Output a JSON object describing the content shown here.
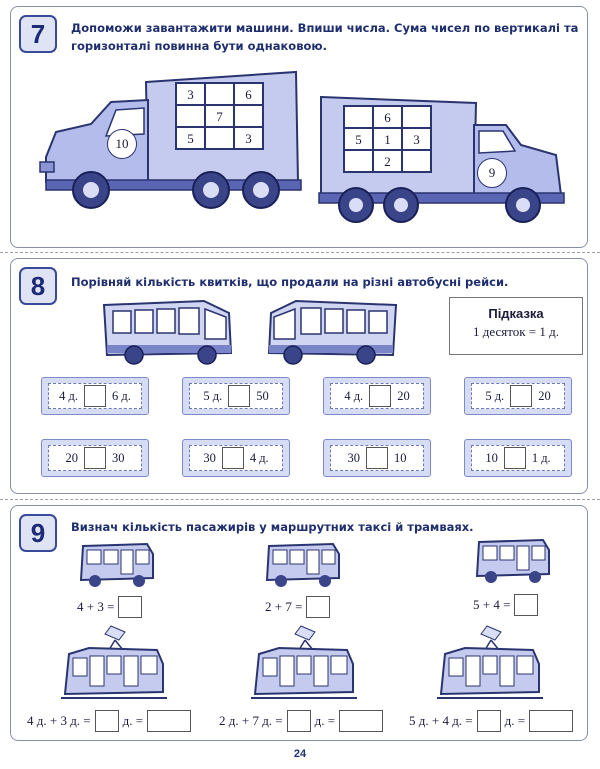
{
  "task7": {
    "number": "7",
    "instruction_line1": "Допоможи завантажити машини. Впиши числа. Сума чисел по вертикалі та",
    "instruction_line2": "горизонталі повинна бути однаковою.",
    "truck_left": {
      "cells": [
        "3",
        "",
        "6",
        "",
        "7",
        "",
        "5",
        "",
        "3"
      ],
      "wheel_number": "10"
    },
    "truck_right": {
      "cells": [
        "",
        "6",
        "",
        "5",
        "1",
        "3",
        "",
        "2",
        ""
      ],
      "wheel_number": "9"
    }
  },
  "task8": {
    "number": "8",
    "instruction": "Порівняй кількість квитків, що продали на різні автобусні рейси.",
    "hint_title": "Підказка",
    "hint_text": "1 десяток = 1 д.",
    "tickets_row1": [
      {
        "left": "4 д.",
        "right": "6 д."
      },
      {
        "left": "5 д.",
        "right": "50"
      },
      {
        "left": "4 д.",
        "right": "20"
      },
      {
        "left": "5 д.",
        "right": "20"
      }
    ],
    "tickets_row2": [
      {
        "left": "20",
        "right": "30"
      },
      {
        "left": "30",
        "right": "4 д."
      },
      {
        "left": "30",
        "right": "10"
      },
      {
        "left": "10",
        "right": "1 д."
      }
    ]
  },
  "task9": {
    "number": "9",
    "instruction": "Визнач кількість пасажирів у маршрутних таксі й трамваях.",
    "taxi_equations": [
      "4 + 3 =",
      "2 + 7 =",
      "5 + 4 ="
    ],
    "tram_equations": [
      {
        "expr": "4 д. + 3 д. =",
        "unit": "д. ="
      },
      {
        "expr": "2 д. + 7 д. =",
        "unit": "д. ="
      },
      {
        "expr": "5 д. + 4 д. =",
        "unit": "д. ="
      }
    ]
  },
  "page_number": "24"
}
